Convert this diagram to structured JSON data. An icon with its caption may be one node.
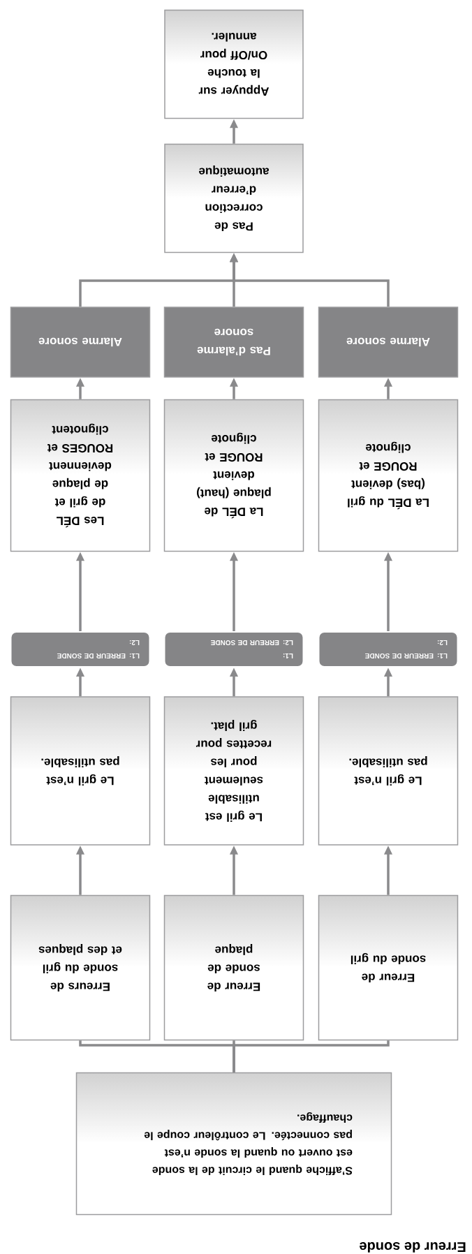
{
  "diagram": {
    "title": "Erreur de sonde",
    "nodes": [
      {
        "text": [
          "S’affiche quand le circuit de la sonde est ouvert ou quand la sonde n’est pas connectée. Le contrôleur coupe le chauffage."
        ]
      },
      {
        "text": [
          "Erreur de sonde du gril"
        ]
      },
      {
        "text": [
          "Erreur de sonde de plaque"
        ]
      },
      {
        "text": [
          "Erreurs de sonde du gril et des plaques"
        ]
      },
      {
        "text": [
          "Le gril n’est pas utilisable."
        ]
      },
      {
        "text": [
          "Le gril est utilisable seulement pour les recettes pour gril plat."
        ]
      },
      {
        "text": [
          "Le gril n’est pas utilisable."
        ]
      },
      {
        "text": [
          "L1: ERREUR DE SONDE",
          "L2:"
        ]
      },
      {
        "text": [
          "L1:",
          "L2: ERREUR DE SONDE"
        ]
      },
      {
        "text": [
          "L1: ERREUR DE SONDE",
          "L2:"
        ]
      },
      {
        "text": [
          "La DÉL du gril (bas) devient ROUGE et clignote"
        ]
      },
      {
        "text": [
          "La DÉL de plaque (haut) devient ROUGE et clignote"
        ]
      },
      {
        "text": [
          "Les DÉL de gril et de plaque deviennent ROUGES et clignotent"
        ]
      },
      {
        "text": [
          "Alarme sonore"
        ]
      },
      {
        "text": [
          "Pas d’alarme sonore"
        ]
      },
      {
        "text": [
          "Alarme sonore"
        ]
      },
      {
        "text": [
          "Pas de correction d’erreur automatique"
        ]
      },
      {
        "text": [
          "Appuyer sur la touche On/Off pour annuler."
        ]
      }
    ],
    "edges": [
      {
        "from": 0,
        "to": 1,
        "arrow": "none"
      },
      {
        "from": 0,
        "to": 2,
        "arrow": "none"
      },
      {
        "from": 0,
        "to": 3,
        "arrow": "none"
      },
      {
        "from": 1,
        "to": 4,
        "arrow": "to"
      },
      {
        "from": 2,
        "to": 5,
        "arrow": "to"
      },
      {
        "from": 3,
        "to": 6,
        "arrow": "to"
      },
      {
        "from": 4,
        "to": 7,
        "arrow": "to"
      },
      {
        "from": 5,
        "to": 8,
        "arrow": "to"
      },
      {
        "from": 6,
        "to": 9,
        "arrow": "to"
      },
      {
        "from": 7,
        "to": 10,
        "arrow": "to"
      },
      {
        "from": 8,
        "to": 11,
        "arrow": "to"
      },
      {
        "from": 9,
        "to": 12,
        "arrow": "to"
      },
      {
        "from": 10,
        "to": 13,
        "arrow": "to"
      },
      {
        "from": 11,
        "to": 14,
        "arrow": "to"
      },
      {
        "from": 12,
        "to": 15,
        "arrow": "to"
      },
      {
        "from": 13,
        "to": 16,
        "arrow": "to"
      },
      {
        "from": 14,
        "to": 16,
        "arrow": "to"
      },
      {
        "from": 15,
        "to": 16,
        "arrow": "to"
      },
      {
        "from": 16,
        "to": 17,
        "arrow": "to"
      }
    ]
  }
}
